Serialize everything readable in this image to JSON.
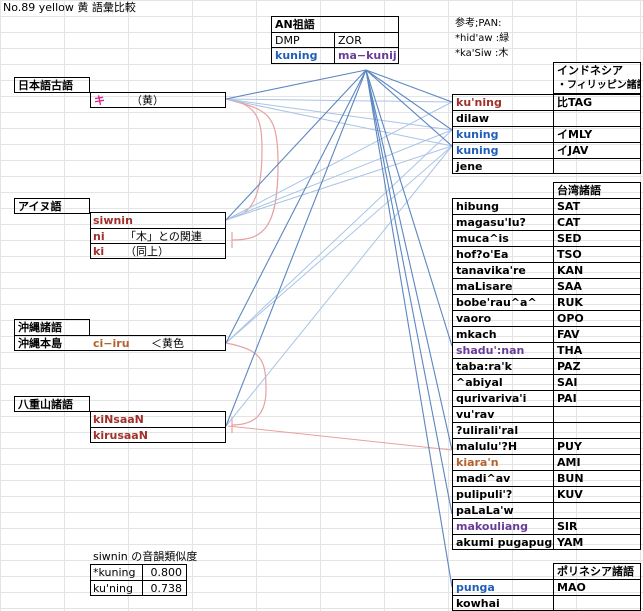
{
  "title": "No.89 yellow 黄 語彙比較",
  "proto": {
    "header": "AN祖語",
    "col1_label": "DMP",
    "col2_label": "ZOR",
    "col1_value": "kuning",
    "col2_value": "ma−kunij"
  },
  "notes": {
    "line1": "参考;PAN:",
    "line2": "*hid'aw :緑",
    "line3": "*ka'Siw :木"
  },
  "japanese": {
    "header": "日本語古語",
    "word": "キ",
    "gloss": "（黄）"
  },
  "ainu": {
    "header": "アイヌ語",
    "w1": "siwnin",
    "w2": "ni",
    "g2": "「木」との関連",
    "w3": "ki",
    "g3": "（同上）"
  },
  "okinawa": {
    "header": "沖縄諸語",
    "sub": "沖縄本島",
    "word": "ci−iru",
    "gloss": "＜黄色"
  },
  "yaeyama": {
    "header": "八重山諸語",
    "w1": "kiNsaaN",
    "w2": "kirusaaN"
  },
  "indonesia": {
    "header1": "インドネシア",
    "header2": "・フィリッピン諸語",
    "rows": [
      {
        "word": "ku'ning",
        "code": "比TAG"
      },
      {
        "word": "dilaw",
        "code": ""
      },
      {
        "word": "kuning",
        "code": "イMLY"
      },
      {
        "word": "kuning",
        "code": "イJAV"
      },
      {
        "word": "jene",
        "code": ""
      }
    ]
  },
  "taiwan": {
    "header": "台湾諸語",
    "rows": [
      {
        "word": "hibung",
        "code": "SAT"
      },
      {
        "word": "magasu'lu?",
        "code": "CAT"
      },
      {
        "word": "muca^is",
        "code": "SED"
      },
      {
        "word": "hof?o'Ea",
        "code": "TSO"
      },
      {
        "word": "tanavika're",
        "code": "KAN"
      },
      {
        "word": "maLisare",
        "code": "SAA"
      },
      {
        "word": "bobe'rau^a^",
        "code": "RUK"
      },
      {
        "word": "vaoro",
        "code": "OPO"
      },
      {
        "word": "mkach",
        "code": "FAV"
      },
      {
        "word": "shadu':nan",
        "code": "THA"
      },
      {
        "word": "taba:ra'k",
        "code": "PAZ"
      },
      {
        "word": "^abiyal",
        "code": "SAI"
      },
      {
        "word": "qurivariva'i",
        "code": "PAI"
      },
      {
        "word": "vu'rav",
        "code": ""
      },
      {
        "word": "?ulirali'ral",
        "code": ""
      },
      {
        "word": "malulu'?H",
        "code": "PUY"
      },
      {
        "word": "kiara'n",
        "code": "AMI"
      },
      {
        "word": "madi^av",
        "code": "BUN"
      },
      {
        "word": "pulipuli'?",
        "code": "KUV"
      },
      {
        "word": "paLaLa'w",
        "code": ""
      },
      {
        "word": "makouliang",
        "code": "SIR"
      },
      {
        "word": "akumi pugapuga",
        "code": "YAM"
      }
    ]
  },
  "polynesia": {
    "header": "ポリネシア諸語",
    "rows": [
      {
        "word": "punga",
        "code": "MAO"
      },
      {
        "word": "kowhai",
        "code": ""
      }
    ]
  },
  "similarity": {
    "title": "siwnin の音韻類似度",
    "rows": [
      {
        "label": "*kuning",
        "value": "0.800"
      },
      {
        "label": "ku'ning",
        "value": "0.738"
      }
    ]
  },
  "colors": {
    "magenta": "#e0208a",
    "darkred": "#a0302a",
    "brown": "#b5622c",
    "blue": "#1f5fb8",
    "purple": "#6a3c9a",
    "line_dark": "#5b86c2",
    "line_light": "#a9c4e6",
    "line_red": "#e8a0a0"
  }
}
